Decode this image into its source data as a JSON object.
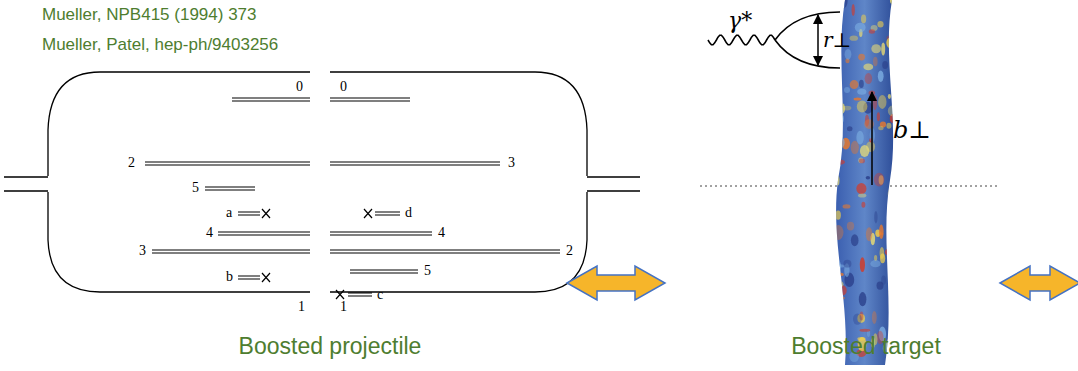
{
  "diagram": {
    "labels": [
      "Mueller, NPB415 (1994) 373",
      "Mueller, Patel, hep-ph/9403256",
      "0",
      "2",
      "5",
      "a",
      "4",
      "3",
      "b",
      "1",
      "0",
      "3",
      "d",
      "4",
      "2",
      "5",
      "c",
      "1",
      "Boosted projectile",
      "γ*",
      "r⊥",
      "b⊥",
      "Boosted target"
    ]
  }
}
